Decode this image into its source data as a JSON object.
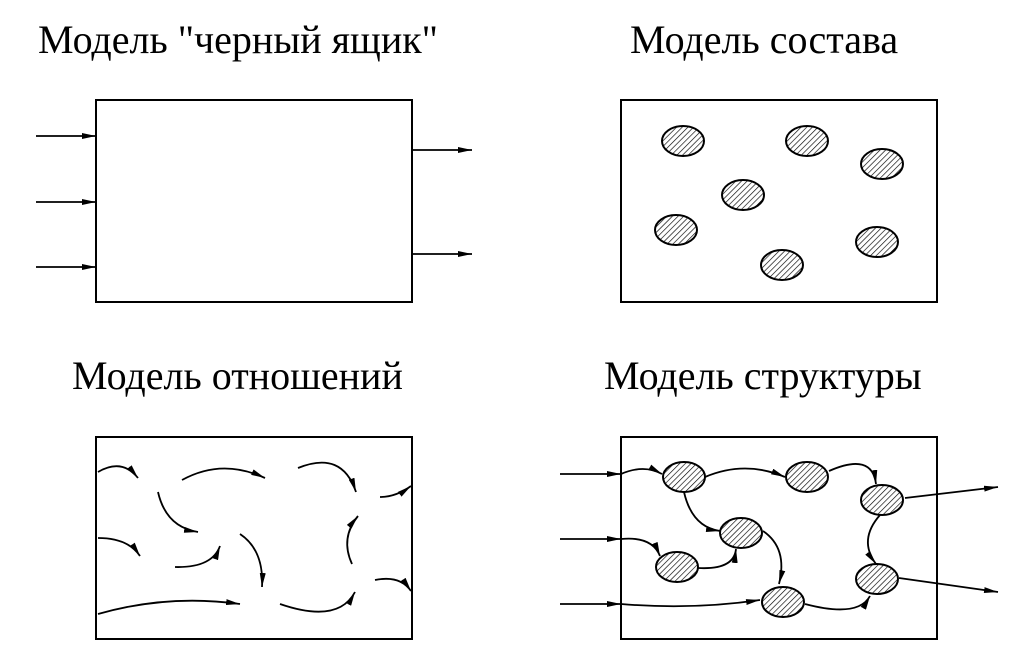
{
  "panels": {
    "black_box": {
      "title": "Модель \"черный ящик\""
    },
    "composition": {
      "title": "Модель состава"
    },
    "relations": {
      "title": "Модель отношений"
    },
    "structure": {
      "title": "Модель структуры"
    }
  },
  "colors": {
    "stroke": "#000000",
    "element_fill": "#d9d9d9",
    "background": "#ffffff"
  }
}
